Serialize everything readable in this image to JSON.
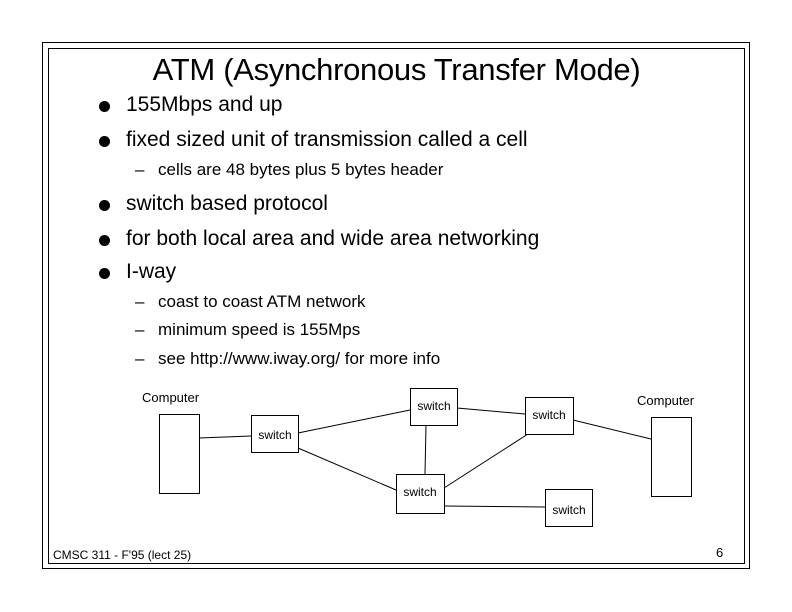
{
  "slide": {
    "title": "ATM (Asynchronous Transfer Mode)",
    "bullets": [
      {
        "text": "155Mbps and up",
        "subitems": []
      },
      {
        "text": "fixed sized unit of transmission called a cell",
        "subitems": [
          "cells are 48 bytes plus 5 bytes header"
        ]
      },
      {
        "text": "switch based protocol",
        "subitems": []
      },
      {
        "text": "for both local area and wide area networking",
        "subitems": []
      },
      {
        "text": "I-way",
        "subitems": [
          "coast to coast ATM network",
          "minimum speed is 155Mps",
          "see http://www.iway.org/ for more info"
        ]
      }
    ],
    "dash_glyph": "–",
    "footer": "CMSC 311 - F'95 (lect 25)",
    "page_number": "6"
  },
  "diagram": {
    "nodes": [
      {
        "id": "computer-left",
        "kind": "computer",
        "label": "Computer"
      },
      {
        "id": "switch-left",
        "kind": "switch",
        "label": "switch"
      },
      {
        "id": "switch-top",
        "kind": "switch",
        "label": "switch"
      },
      {
        "id": "switch-right",
        "kind": "switch",
        "label": "switch"
      },
      {
        "id": "switch-bottom",
        "kind": "switch",
        "label": "switch"
      },
      {
        "id": "switch-bottom-right",
        "kind": "switch",
        "label": "switch"
      },
      {
        "id": "computer-right",
        "kind": "computer",
        "label": "Computer"
      }
    ],
    "links": [
      [
        "computer-left",
        "switch-left"
      ],
      [
        "switch-left",
        "switch-top"
      ],
      [
        "switch-left",
        "switch-bottom"
      ],
      [
        "switch-top",
        "switch-right"
      ],
      [
        "switch-top",
        "switch-bottom"
      ],
      [
        "switch-bottom",
        "switch-right"
      ],
      [
        "switch-bottom",
        "switch-bottom-right"
      ],
      [
        "switch-right",
        "computer-right"
      ]
    ]
  }
}
